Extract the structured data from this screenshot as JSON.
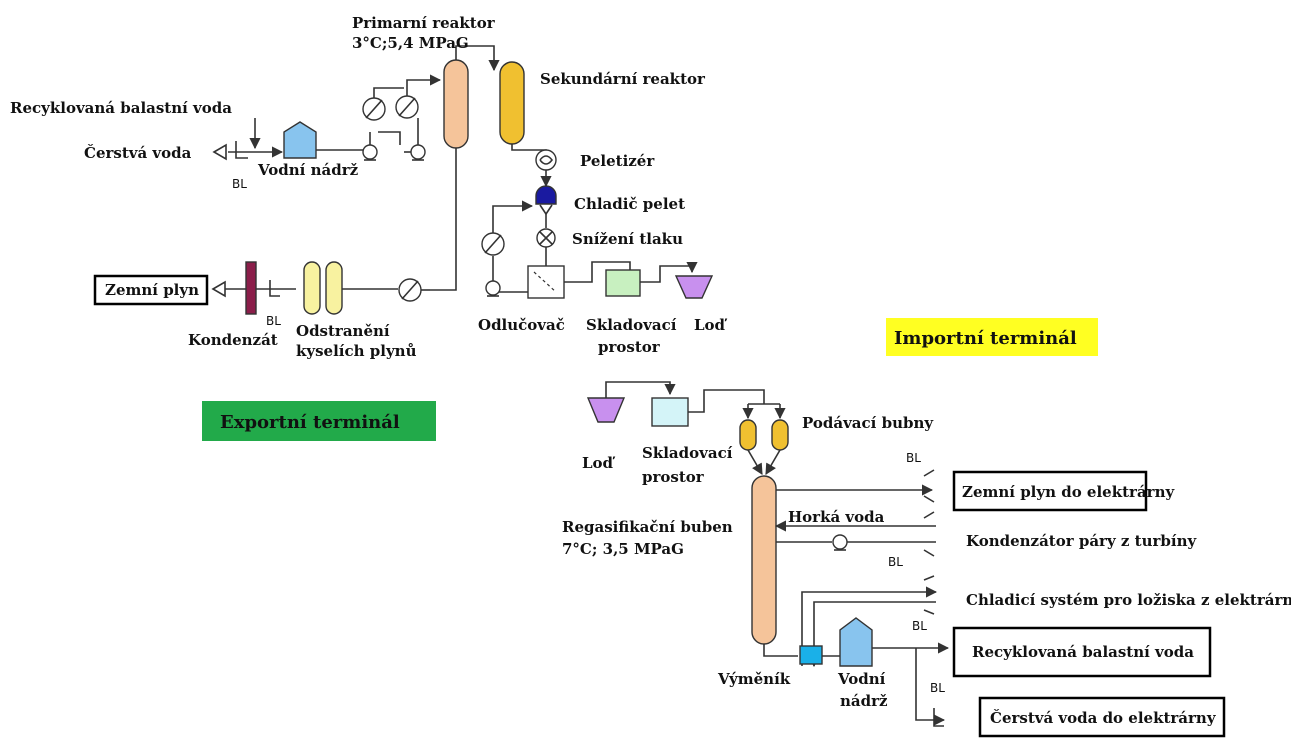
{
  "export": {
    "primary_reactor_l1": "Primarní reaktor",
    "primary_reactor_l2": "3°C;5,4 MPaG",
    "secondary_reactor": "Sekundární reaktor",
    "recycled_ballast": "Recyklovaná balastní voda",
    "fresh_water": "Čerstvá voda",
    "bl1": "BL",
    "water_tank": "Vodní nádrž",
    "pelletizer": "Peletizér",
    "pellet_cooler": "Chladič pelet",
    "pressure_reduction": "Snížení tlaku",
    "natural_gas": "Zemní plyn",
    "condensate": "Kondenzát",
    "bl2": "BL",
    "acid_removal_l1": "Odstranění",
    "acid_removal_l2": "kyselích plynů",
    "separator": "Odlučovač",
    "storage_l1": "Skladovací",
    "storage_l2": "prostor",
    "ship": "Loď",
    "terminal_label": "Exportní terminál",
    "terminal_color": "#22aa4a"
  },
  "import": {
    "terminal_label": "Importní terminál",
    "terminal_color": "#ffff22",
    "ship": "Loď",
    "storage_l1": "Skladovací",
    "storage_l2": "prostor",
    "feed_drums": "Podávací bubny",
    "regas_l1": "Regasifikační buben",
    "regas_l2": "7°C; 3,5 MPaG",
    "hot_water": "Horká voda",
    "bl_a": "BL",
    "bl_b": "BL",
    "bl_c": "BL",
    "bl_d": "BL",
    "gas_to_plant": "Zemní plyn do elektrárny",
    "turbine_condenser": "Kondenzátor páry z turbíny",
    "bearing_cooling": "Chladicí systém pro ložiska z elektrárny",
    "recycled_ballast": "Recyklovaná balastní voda",
    "exchanger": "Výměník",
    "water_tank_l1": "Vodní",
    "water_tank_l2": "nádrž",
    "fresh_water_plant": "Čerstvá voda do elektrárny"
  }
}
